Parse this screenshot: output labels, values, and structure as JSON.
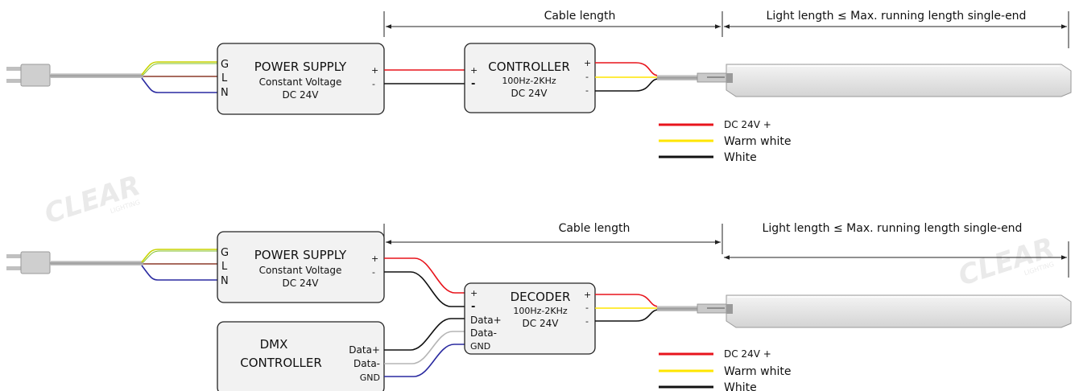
{
  "diagram1": {
    "cable_length_label": "Cable length",
    "light_length_label": "Light length ≤ Max. running length single-end",
    "power_supply": {
      "terminal_g": "G",
      "terminal_l": "L",
      "terminal_n": "N",
      "title": "POWER SUPPLY",
      "subtitle": "Constant Voltage",
      "voltage": "DC 24V",
      "out_plus": "+",
      "out_minus": "-"
    },
    "controller": {
      "in_plus": "+",
      "in_minus": "-",
      "title": "CONTROLLER",
      "frequency": "100Hz-2KHz",
      "voltage": "DC 24V",
      "out_plus": "+",
      "out_minus1": "-",
      "out_minus2": "-"
    },
    "legend": [
      {
        "label": "DC 24V +",
        "color": "#e8141c"
      },
      {
        "label": "Warm white",
        "color": "#ffe600"
      },
      {
        "label": "White",
        "color": "#111111"
      }
    ]
  },
  "diagram2": {
    "cable_length_label": "Cable length",
    "light_length_label": "Light length ≤ Max. running length single-end",
    "power_supply": {
      "terminal_g": "G",
      "terminal_l": "L",
      "terminal_n": "N",
      "title": "POWER SUPPLY",
      "subtitle": "Constant Voltage",
      "voltage": "DC 24V",
      "out_plus": "+",
      "out_minus": "-"
    },
    "decoder": {
      "in_plus": "+",
      "in_minus": "-",
      "data_plus": "Data+",
      "data_minus": "Data-",
      "gnd": "GND",
      "title": "DECODER",
      "frequency": "100Hz-2KHz",
      "voltage": "DC 24V",
      "out_plus": "+",
      "out_minus1": "-",
      "out_minus2": "-"
    },
    "dmx_controller": {
      "title_line1": "DMX",
      "title_line2": "CONTROLLER",
      "data_plus": "Data+",
      "data_minus": "Data-",
      "gnd": "GND"
    },
    "legend": [
      {
        "label": "DC 24V +",
        "color": "#e8141c"
      },
      {
        "label": "Warm white",
        "color": "#ffe600"
      },
      {
        "label": "White",
        "color": "#111111"
      }
    ]
  },
  "watermark": {
    "brand": "CLEAR",
    "sub": "LIGHTING"
  },
  "colors": {
    "red": "#e8141c",
    "yellow": "#ffe600",
    "black": "#111111",
    "earth_yellow": "#c8d400",
    "earth_green": "#7fbf2a",
    "brown": "#8b3a2a",
    "blue": "#2a2aa0",
    "gray_wire": "#b5b5b5",
    "box_fill": "#f2f2f2"
  }
}
